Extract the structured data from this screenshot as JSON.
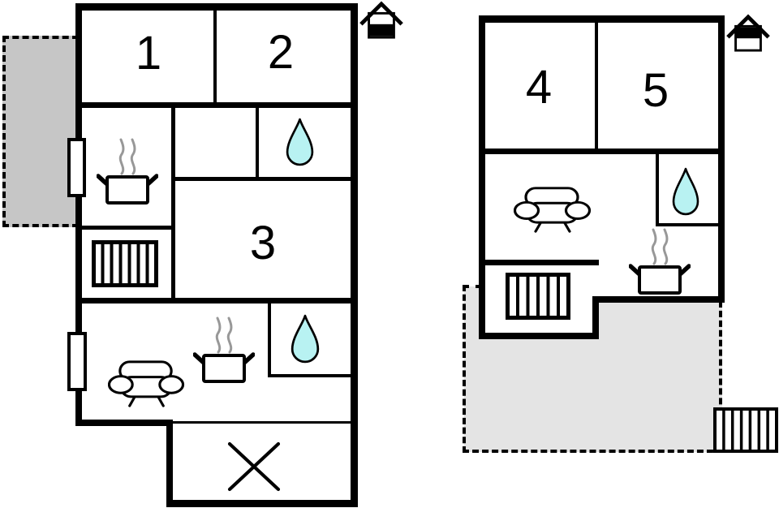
{
  "diagram": {
    "type": "floor-plan",
    "floors": [
      {
        "name": "ground-floor",
        "indicator_icon": "house-ground-floor-icon",
        "room_labels": [
          "1",
          "2",
          "3"
        ],
        "icons": [
          "water-drop",
          "water-drop",
          "hotplate",
          "hotplate",
          "sofa",
          "stairs",
          "window",
          "window",
          "terrace",
          "entrance-cross"
        ]
      },
      {
        "name": "upper-floor",
        "indicator_icon": "house-upper-floor-icon",
        "room_labels": [
          "4",
          "5"
        ],
        "icons": [
          "water-drop",
          "hotplate",
          "sofa",
          "stairs",
          "outdoor-stairs",
          "terrace"
        ]
      }
    ]
  },
  "colors": {
    "wall": "#000000",
    "label": "#000000",
    "water_fill": "#b8f2f2",
    "steam": "#989898",
    "terrace_left_fill": "#c6c6c6",
    "terrace_right_fill": "#e4e4e4"
  }
}
